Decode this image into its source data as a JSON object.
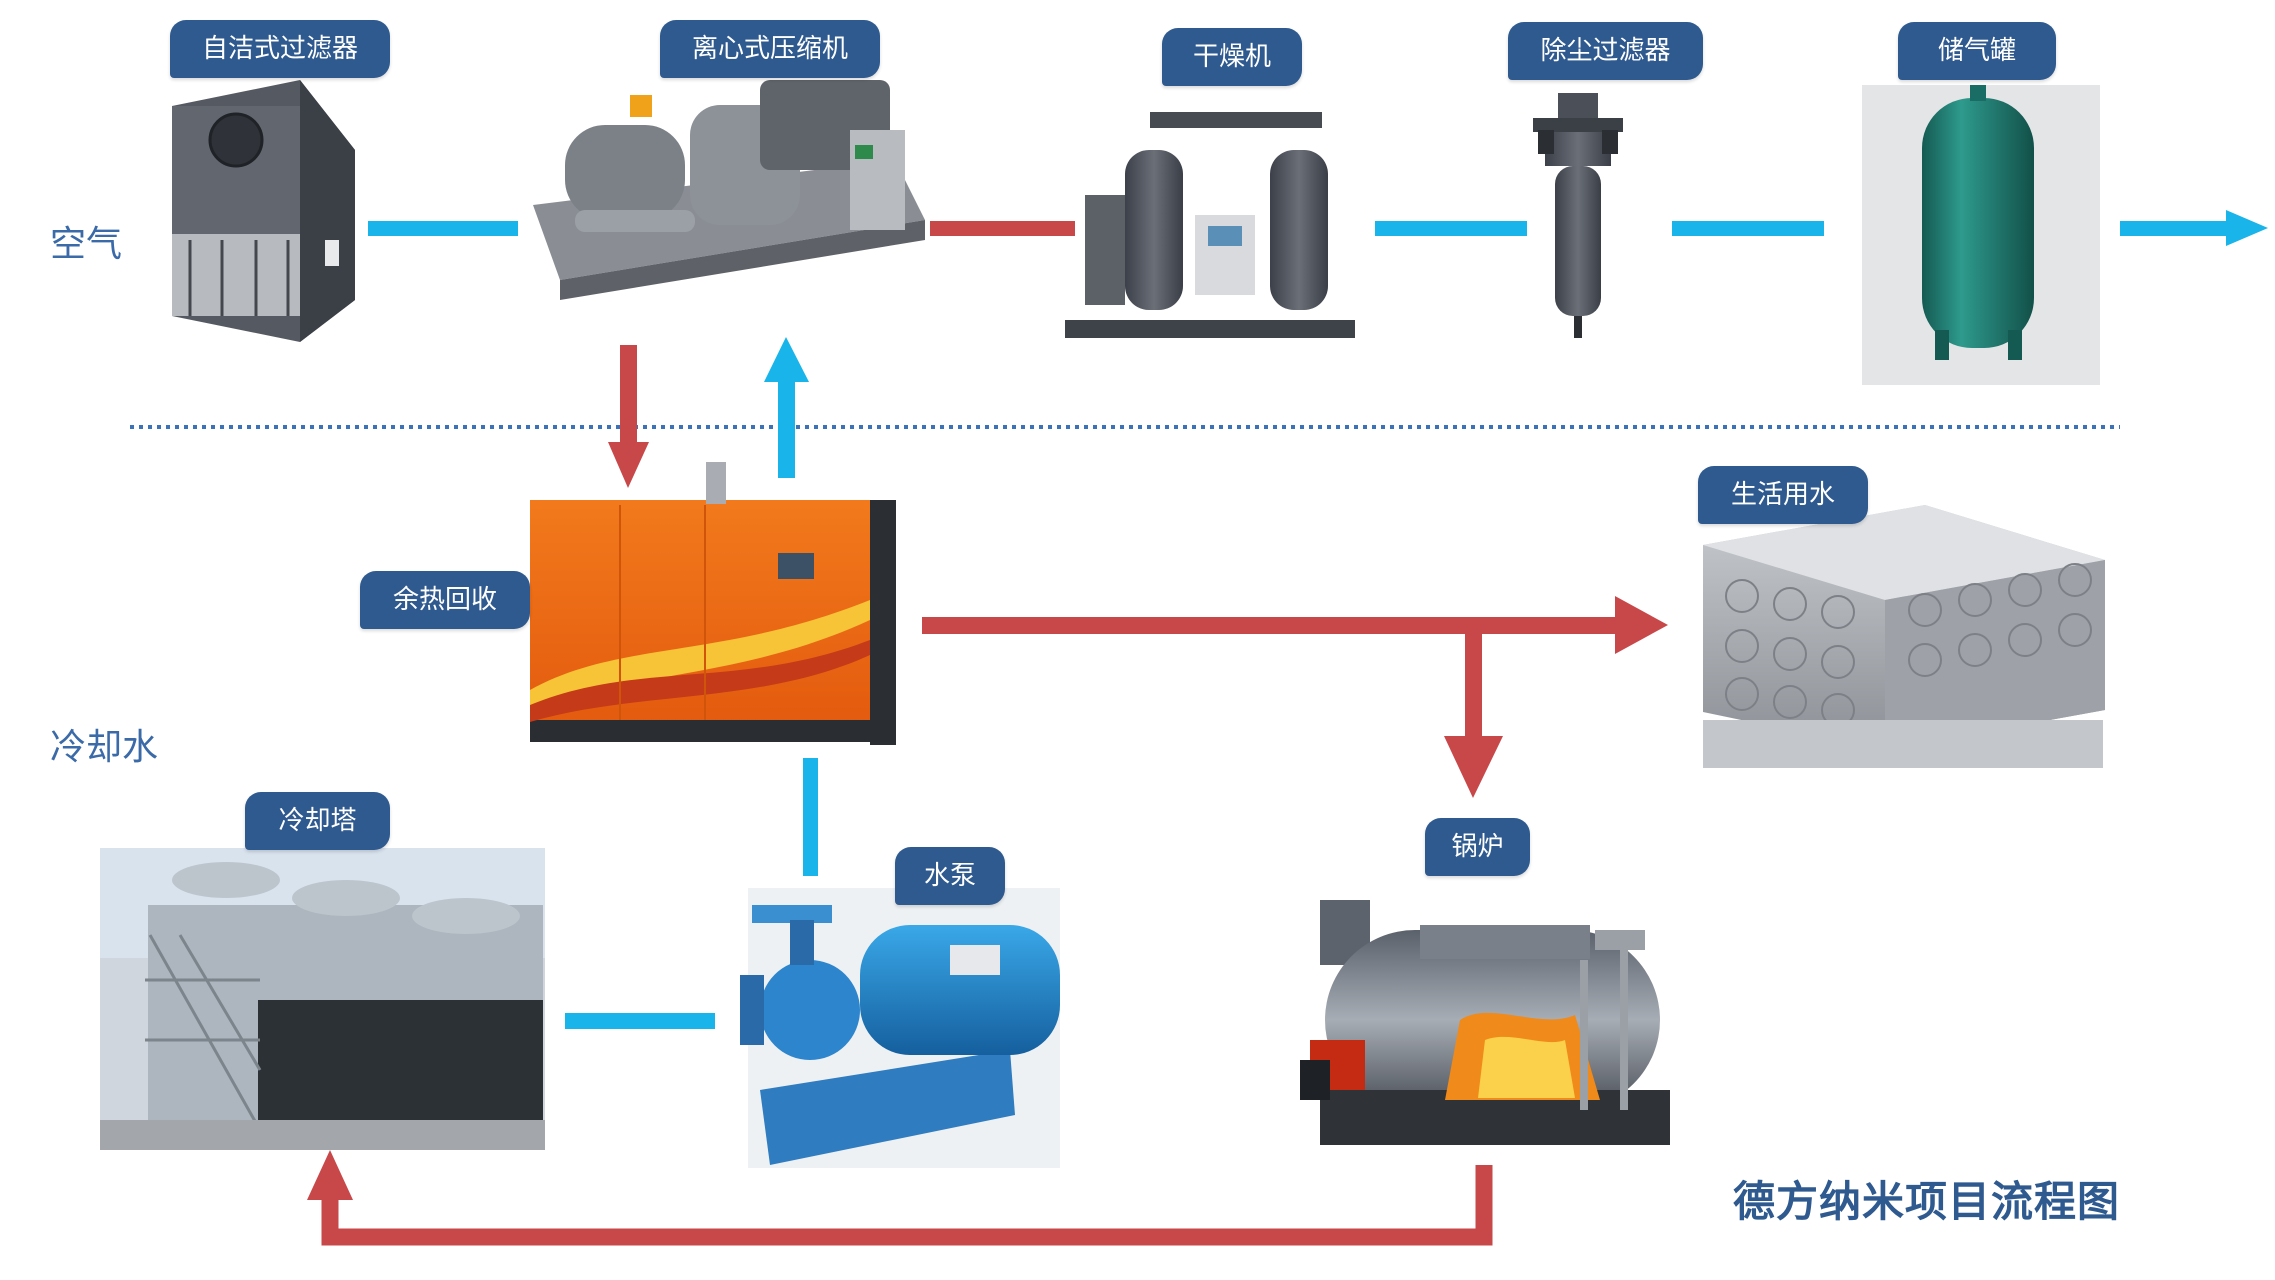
{
  "colors": {
    "air_flow": "#19b4ea",
    "heat_flow": "#c8484a",
    "label_bg": "#2f5a8f",
    "divider": "#3c73b8"
  },
  "sections": {
    "air": "空气",
    "cooling_water": "冷却水"
  },
  "nodes": {
    "self_clean_filter": "自洁式过滤器",
    "centrifugal_compressor": "离心式压缩机",
    "dryer": "干燥机",
    "dust_filter": "除尘过滤器",
    "air_tank": "储气罐",
    "heat_recovery": "余热回收",
    "domestic_water": "生活用水",
    "cooling_tower": "冷却塔",
    "water_pump": "水泵",
    "boiler": "锅炉"
  },
  "title": "德方纳米项目流程图"
}
